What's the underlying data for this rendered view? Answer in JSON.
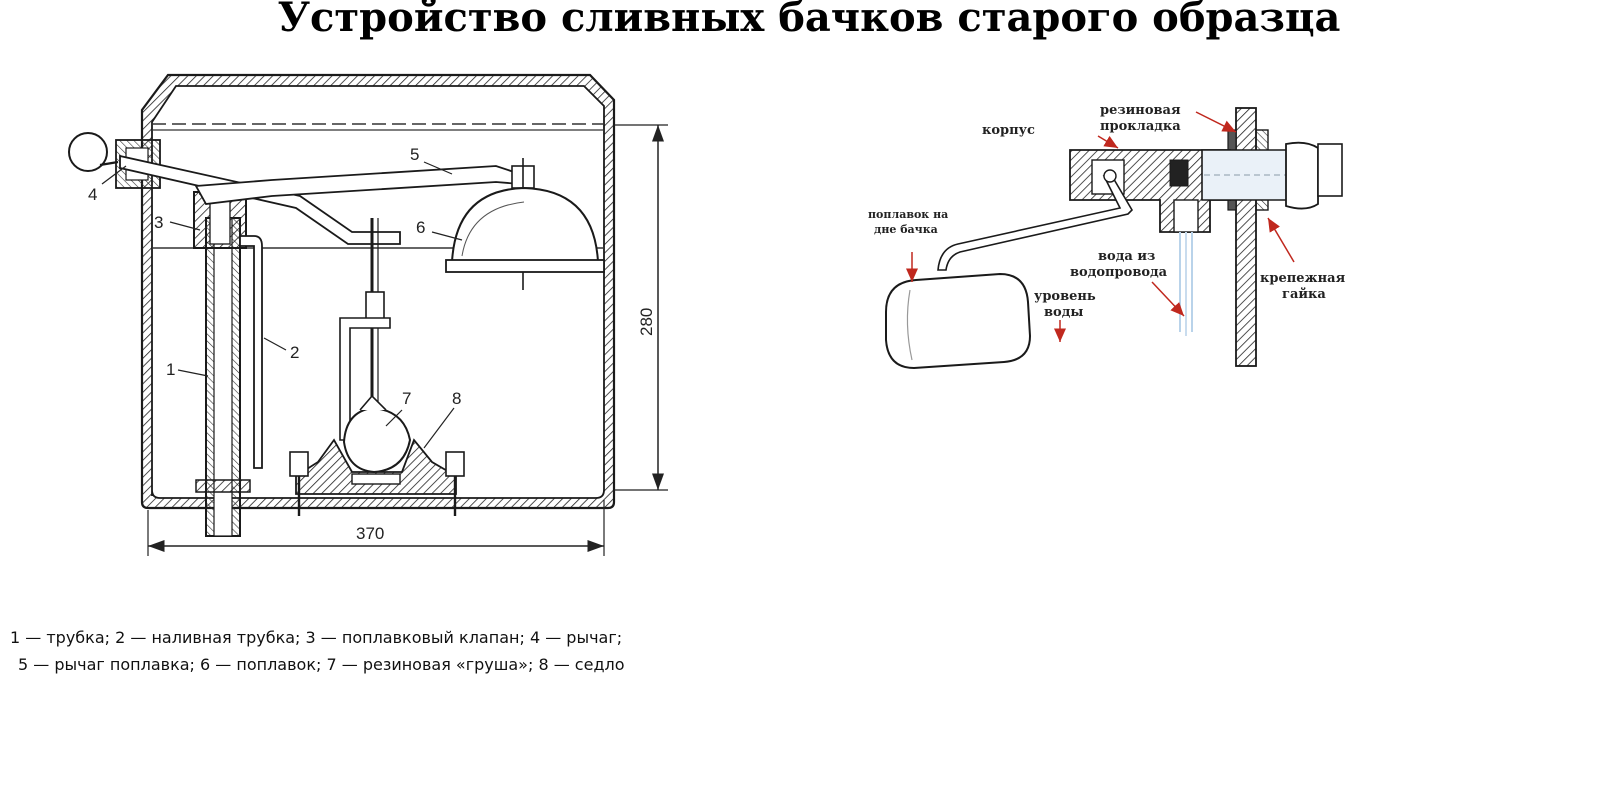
{
  "title": "Устройство сливных бачков старого образца",
  "left_diagram": {
    "part_numbers": [
      "1",
      "2",
      "3",
      "4",
      "5",
      "6",
      "7",
      "8"
    ],
    "dimensions": {
      "width": "370",
      "height": "280"
    }
  },
  "right_diagram": {
    "labels": {
      "gasket": [
        "резиновая",
        "прокладка"
      ],
      "body": "корпус",
      "float": [
        "поплавок на",
        "дне бачка"
      ],
      "water_supply": [
        "вода из",
        "водопровода"
      ],
      "water_level": [
        "уровень",
        "воды"
      ],
      "nut": [
        "крепежная",
        "гайка"
      ]
    }
  },
  "legend": {
    "line1": "1 — трубка; 2 — наливная трубка; 3 — поплавковый клапан; 4 — рычаг;",
    "line2": "5 — рычаг поплавка; 6 — поплавок; 7 — резиновая «груша»; 8 — седло"
  },
  "colors": {
    "ink": "#1a1a1a",
    "arrow": "#c0281e",
    "water": "#b9d3ea"
  }
}
